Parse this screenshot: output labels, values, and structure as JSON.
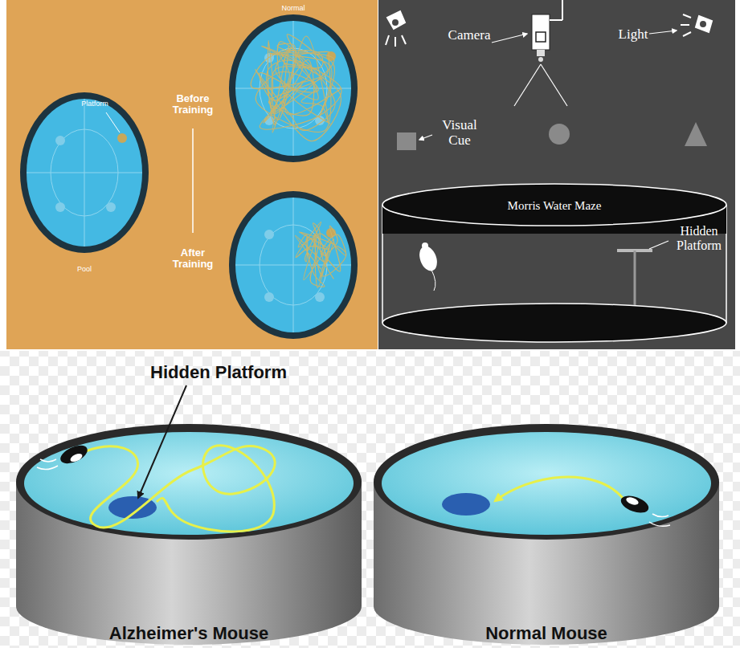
{
  "diagram": {
    "nodes": [
      {
        "text": [
          "Morris Water Maze"
        ]
      }
    ],
    "labels": [
      "Normal",
      "Platform",
      "Before Training",
      "After Training",
      "Pool",
      "Camera",
      "Light",
      "Visual Cue",
      "Hidden Platform",
      "Hidden Platform",
      "Alzheimer's Mouse",
      "Normal Mouse"
    ]
  }
}
